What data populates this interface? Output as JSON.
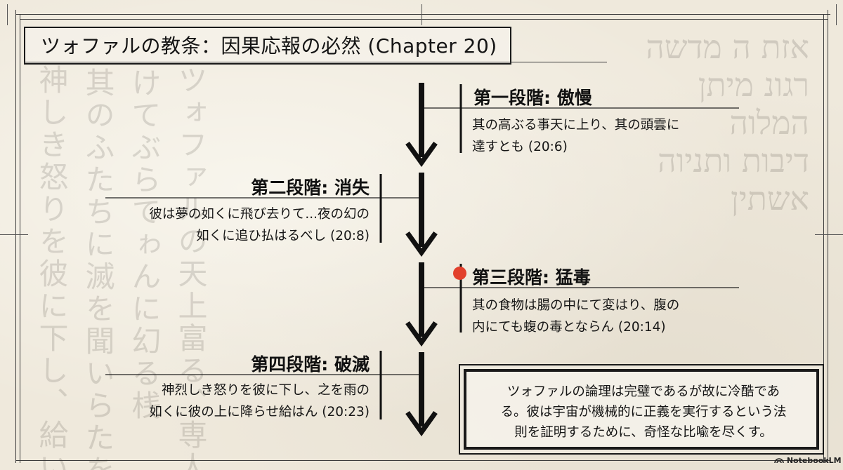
{
  "slide": {
    "title": "ツォファルの教条：因果応報の必然 (Chapter 20)"
  },
  "background": {
    "vertical_text_columns": [
      "神しき怒りを彼に下し、給い",
      "其のふたちに滅を聞いらたを",
      "けてぶらてゎんに幻る桟",
      "ツォファルの天上富る、専人"
    ],
    "hebrew_lines": [
      "אזת ה מדשה",
      "רגונ מיתן",
      "המלוה",
      "דיבות ותניוה",
      "אשתין"
    ]
  },
  "stages": [
    {
      "title": "第一段階: 傲慢",
      "lines": [
        "其の高ぶる事天に上り、其の頭雲に",
        "達すとも (20:6)"
      ]
    },
    {
      "title": "第二段階: 消失",
      "lines": [
        "彼は夢の如くに飛び去りて...夜の幻の",
        "如くに追ひ払はるべし (20:8)"
      ]
    },
    {
      "title": "第三段階: 猛毒",
      "lines": [
        "其の食物は腸の中にて変はり、腹の",
        "内にても蝮の毒とならん (20:14)"
      ]
    },
    {
      "title": "第四段階: 破滅",
      "lines": [
        "神烈しき怒りを彼に下し、之を雨の",
        "如くに彼の上に降らせ給はん (20:23)"
      ]
    }
  ],
  "highlight": {
    "stage_index": 2,
    "marker_color": "#e2402c"
  },
  "summary": {
    "lines": [
      "ツォファルの論理は完璧であるが故に冷酷であ",
      "る。彼は宇宙が機械的に正義を実行するという法",
      "則を証明するために、奇怪な比喩を尽くす。"
    ]
  },
  "branding": {
    "logo_text": "NotebookLM",
    "logo_icon": "notebooklm-icon"
  }
}
